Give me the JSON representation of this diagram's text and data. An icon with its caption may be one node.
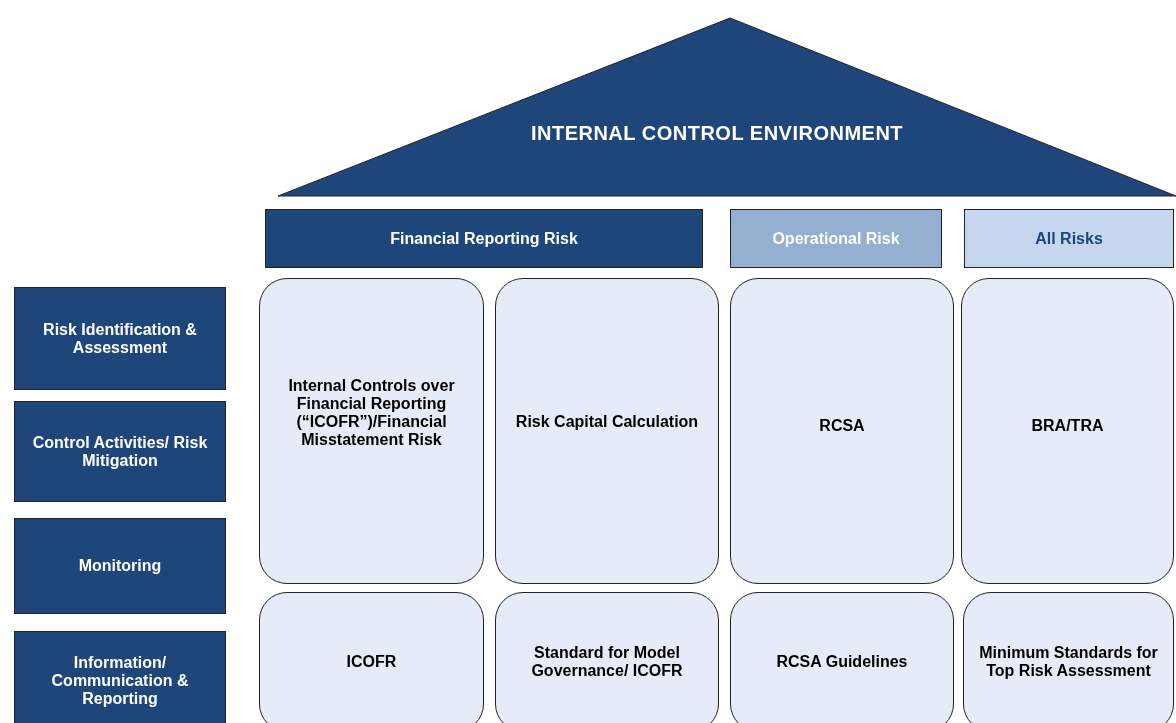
{
  "diagram": {
    "nodes": [
      {
        "text": [
          "INTERNAL CONTROL ENVIRONMENT"
        ]
      },
      {
        "text": [
          "Financial Reporting Risk"
        ]
      },
      {
        "text": [
          "Operational Risk"
        ]
      },
      {
        "text": [
          "All Risks"
        ]
      },
      {
        "text": [
          "Risk Identification & Assessment"
        ]
      },
      {
        "text": [
          "Internal Controls over Financial Reporting (“ICOFR”)/Financial Misstatement Risk"
        ]
      },
      {
        "text": [
          "Risk Capital Calculation"
        ]
      },
      {
        "text": [
          "RCSA"
        ]
      },
      {
        "text": [
          "BRA/TRA"
        ]
      },
      {
        "text": [
          "Control Activities/ Risk Mitigation"
        ]
      },
      {
        "text": [
          "Monitoring"
        ]
      },
      {
        "text": [
          "Information/ Communication & Reporting"
        ]
      },
      {
        "text": [
          "ICOFR"
        ]
      },
      {
        "text": [
          "Standard for Model Governance/ ICOFR"
        ]
      },
      {
        "text": [
          "RCSA Guidelines"
        ]
      },
      {
        "text": [
          "Minimum Standards for Top Risk Assessment"
        ]
      }
    ],
    "edges": []
  }
}
